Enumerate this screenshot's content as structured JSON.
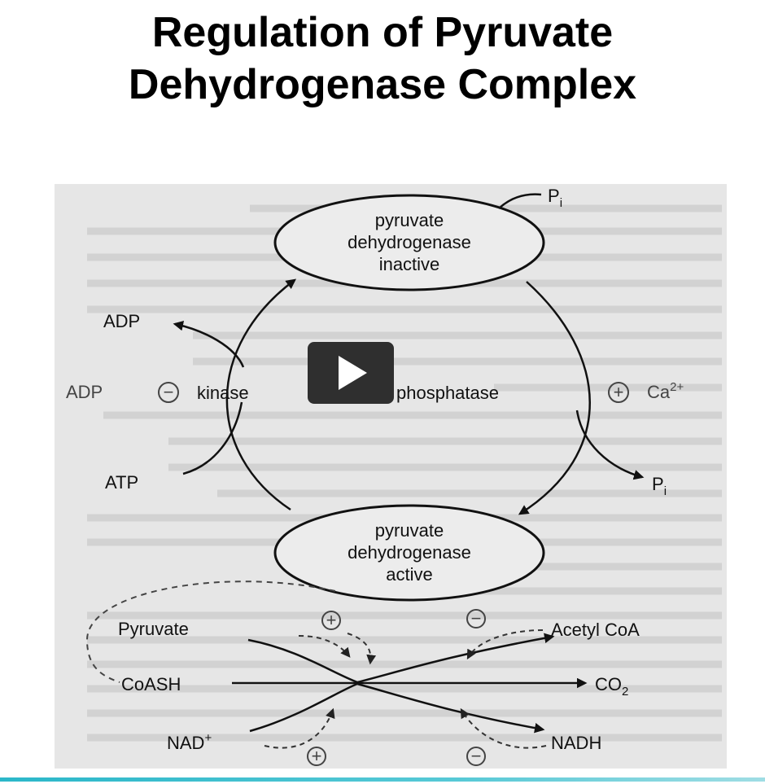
{
  "title": {
    "line1": "Regulation of Pyruvate",
    "line2": "Dehydrogenase Complex"
  },
  "diagram": {
    "inactive_enzyme": [
      "pyruvate",
      "dehydrogenase",
      "inactive"
    ],
    "active_enzyme": [
      "pyruvate",
      "dehydrogenase",
      "active"
    ],
    "kinase": "kinase",
    "phosphatase": "phosphatase",
    "adp_product": "ADP",
    "adp_inhibitor": "ADP",
    "atp": "ATP",
    "pi_top": "P",
    "pi_top_sub": "i",
    "pi_right": "P",
    "pi_right_sub": "i",
    "calcium": "Ca",
    "calcium_sup": "2+",
    "minus_sign": "−",
    "plus_sign": "+",
    "pyruvate": "Pyruvate",
    "coash": "CoASH",
    "nad": "NAD",
    "nad_sup": "+",
    "acetyl_coa": "Acetyl CoA",
    "co2": "CO",
    "co2_sub": "2",
    "nadh": "NADH"
  },
  "video": {
    "icon": "play-icon"
  },
  "colors": {
    "diagram_bg": "#e6e6e6",
    "play_button": "#2f2f2f",
    "accent": "#2bb7c9"
  }
}
